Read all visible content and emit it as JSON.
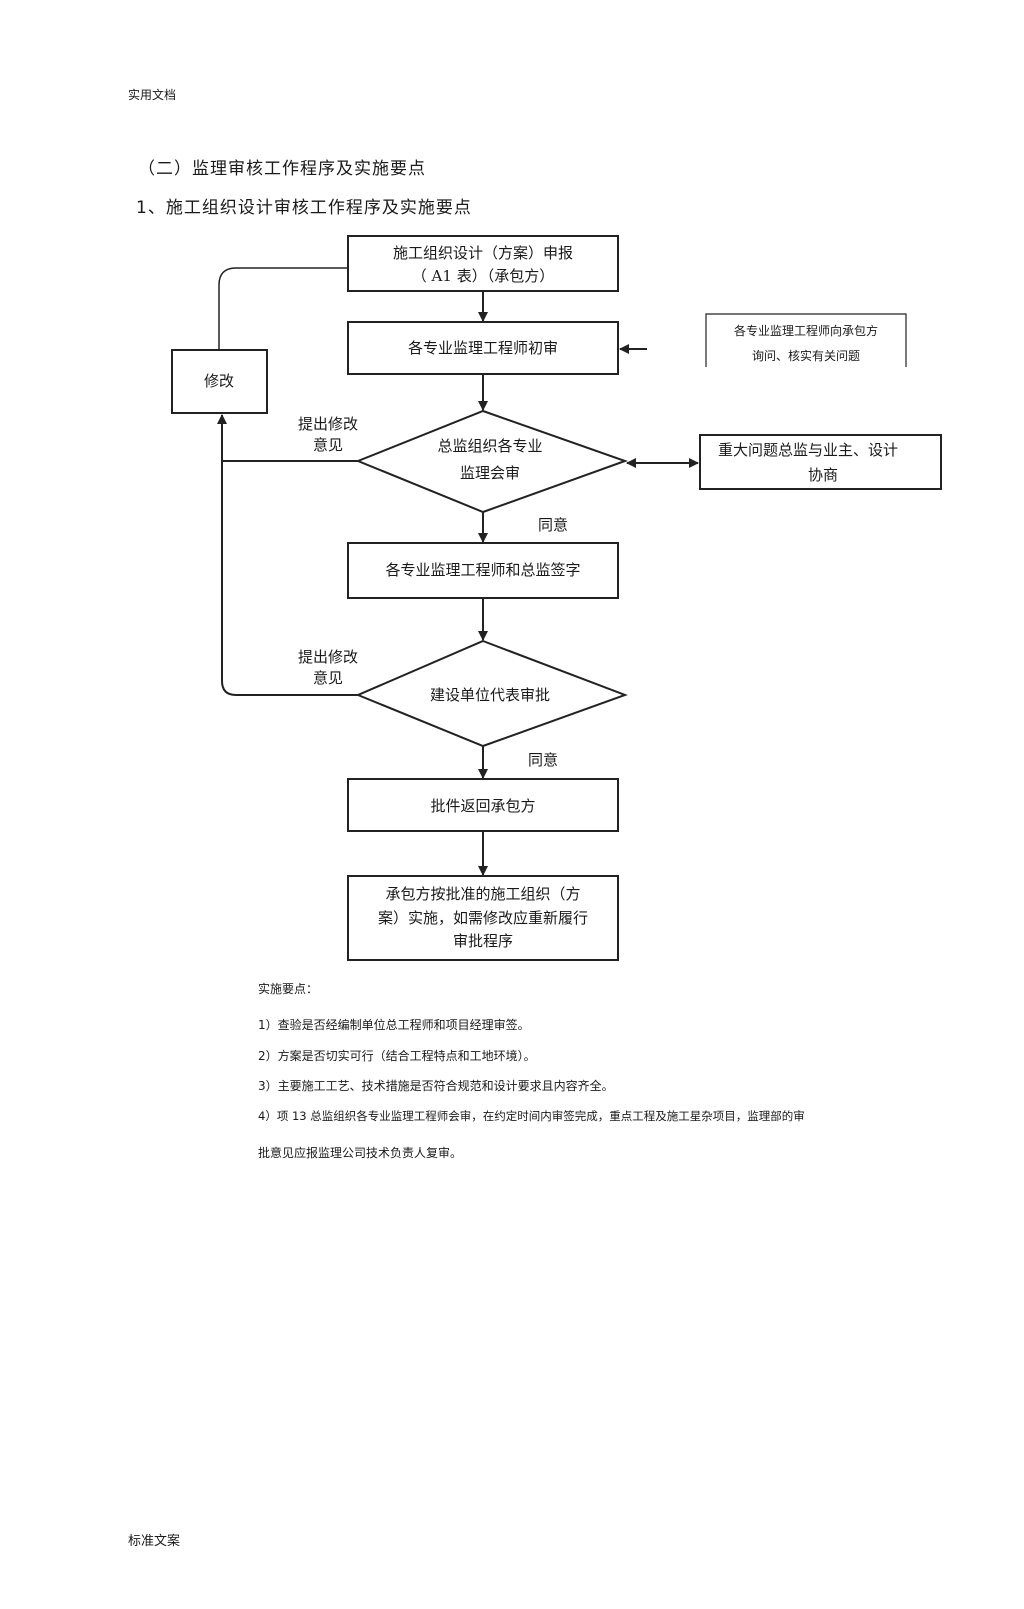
{
  "header": {
    "text": "实用文档"
  },
  "footer": {
    "text": "标准文案"
  },
  "section_title": "（二）监理审核工作程序及实施要点",
  "subsection_title": "1、施工组织设计审核工作程序及实施要点",
  "flow": {
    "box1_line1": "施工组织设计（方案）申报",
    "box1_line2": "（ A1 表）（承包方）",
    "box2": "各专业监理工程师初审",
    "side_note_line1": "各专业监理工程师向承包方",
    "side_note_line2": "询问、核实有关问题",
    "modify": "修改",
    "decision1_line1": "总监组织各专业",
    "decision1_line2": "监理会审",
    "major_issue_line1": "重大问题总监与业主、设计",
    "major_issue_line2": "协商",
    "feedback1_line1": "提出修改",
    "feedback1_line2": "意见",
    "agree1": "同意",
    "box3": "各专业监理工程师和总监签字",
    "feedback2_line1": "提出修改",
    "feedback2_line2": "意见",
    "decision2": "建设单位代表审批",
    "agree2": "同意",
    "box4": "批件返回承包方",
    "box5_line1": "承包方按批准的施工组织（方",
    "box5_line2": "案）实施，如需修改应重新履行",
    "box5_line3": "审批程序"
  },
  "notes": {
    "title": "实施要点：",
    "item1": "1）查验是否经编制单位总工程师和项目经理审签。",
    "item2": "2）方案是否切实可行（结合工程特点和工地环境）。",
    "item3": "3）主要施工工艺、技术措施是否符合规范和设计要求且内容齐全。",
    "item4_line1": "4）项 13 总监组织各专业监理工程师会审，在约定时间内审签完成，重点工程及施工星杂项目，监理部的审",
    "item4_line2": "批意见应报监理公司技术负责人复审。"
  }
}
